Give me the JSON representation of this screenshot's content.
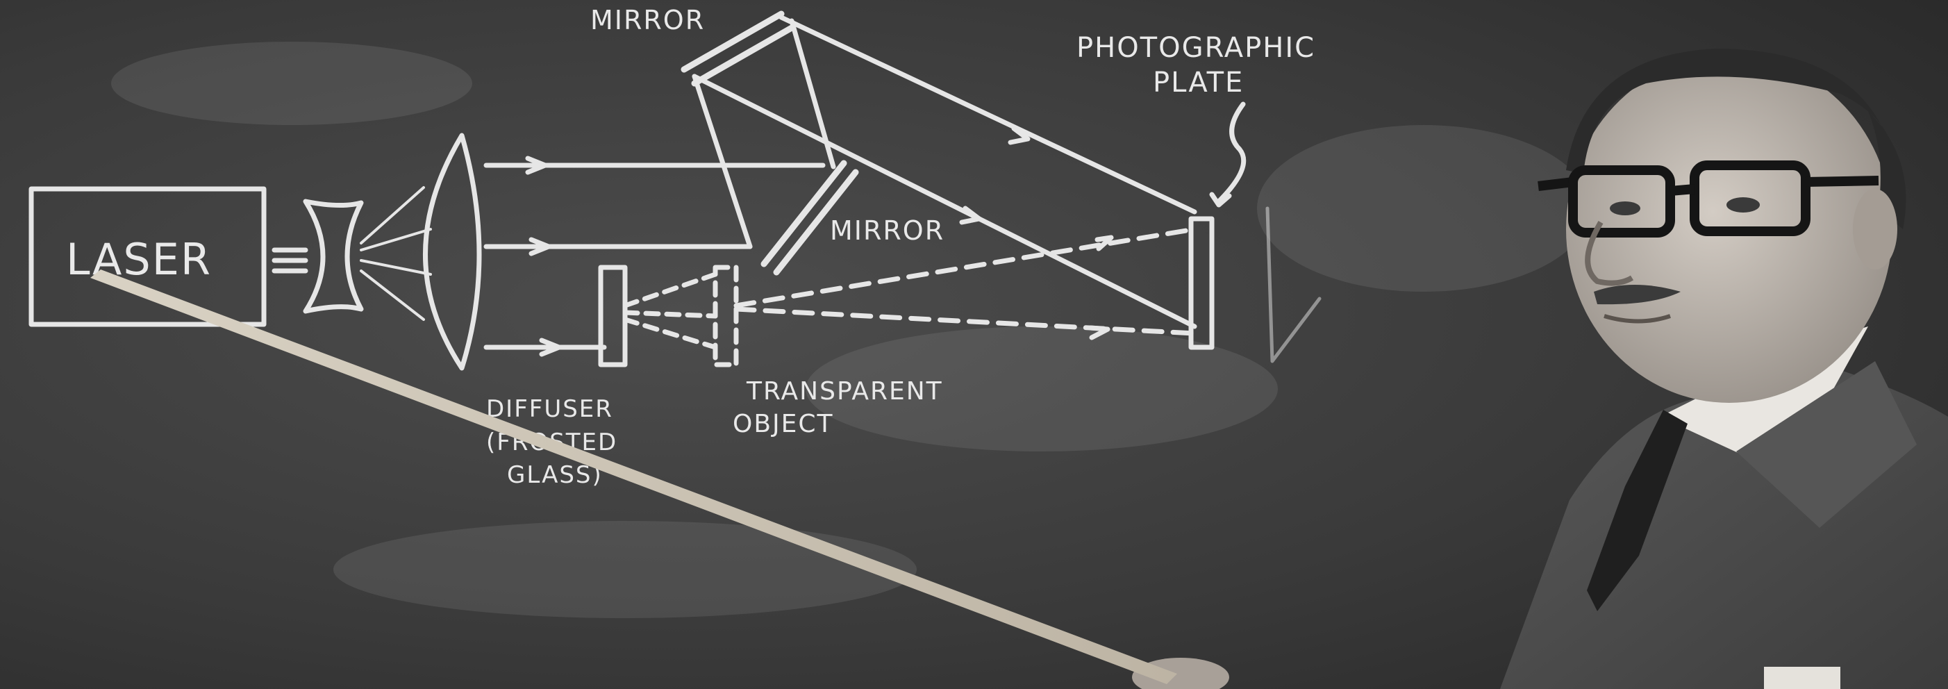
{
  "labels": {
    "laser": "LASER",
    "mirror_top": "MIRROR",
    "mirror_mid": "MIRROR",
    "photographic_plate_line1": "PHOTOGRAPHIC",
    "photographic_plate_line2": "PLATE",
    "diffuser_line1": "DIFFUSER",
    "diffuser_line2": "(FROSTED",
    "diffuser_line3": "GLASS)",
    "transparent_object_line1": "TRANSPARENT",
    "transparent_object_line2": "OBJECT"
  },
  "colors": {
    "blackboard": "#3a3a3a",
    "chalk": "#e6e6e6",
    "suit": "#4b4b4b",
    "skin": "#b9b2aa"
  }
}
